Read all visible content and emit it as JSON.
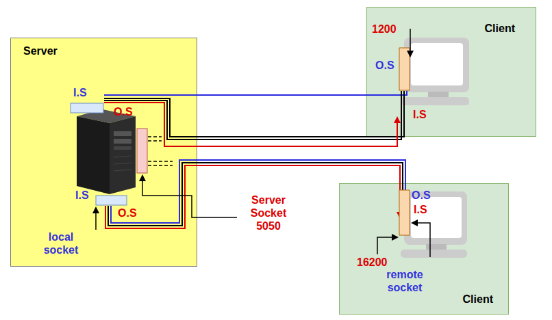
{
  "diagram": {
    "nodes": [
      {
        "text": [
          "Server"
        ]
      },
      {
        "text": [
          "Client"
        ]
      },
      {
        "text": [
          "Client"
        ]
      }
    ],
    "edges": [
      {
        "from": 0,
        "to": 1,
        "arrow": "none"
      },
      {
        "from": 0,
        "to": 2,
        "arrow": "none"
      }
    ],
    "labels": [
      "I.S",
      "O.S",
      "I.S",
      "O.S",
      "local socket",
      "Server Socket 5050",
      "1200",
      "O.S",
      "I.S",
      "O.S",
      "I.S",
      "16200",
      "remote socket"
    ]
  }
}
